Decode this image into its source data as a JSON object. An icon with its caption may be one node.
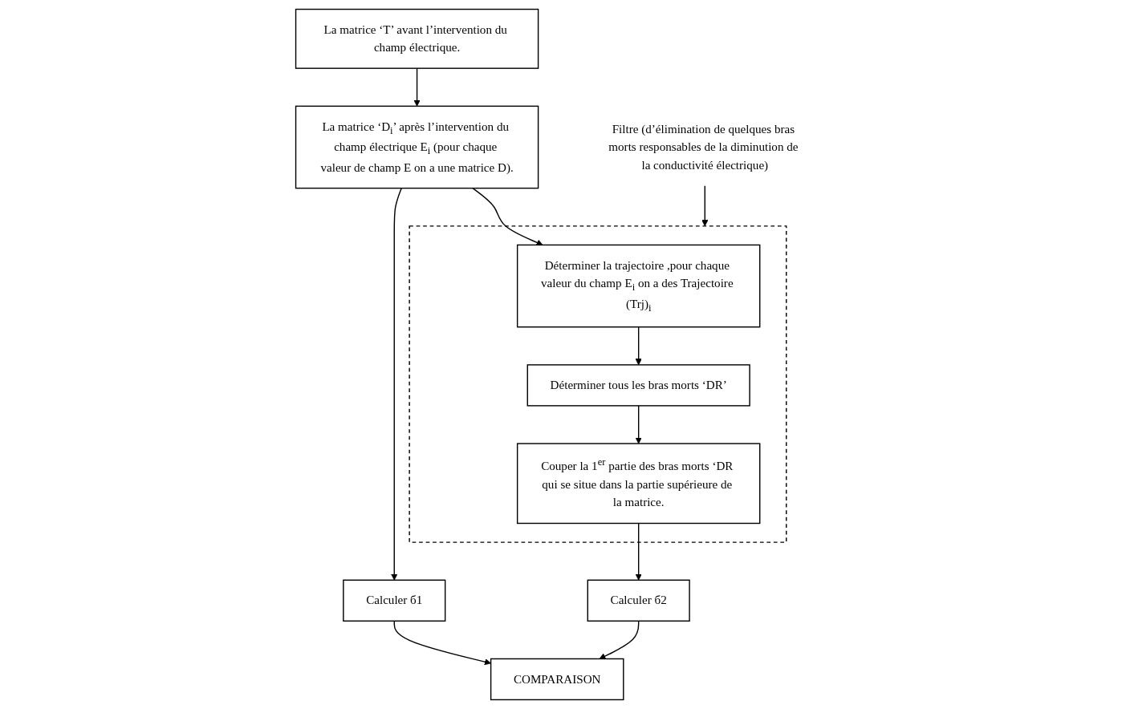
{
  "diagram": {
    "nodes": [
      {
        "text": [
          "La matrice ‘T’ avant l’intervention du champ électrique."
        ]
      },
      {
        "text": [
          "La matrice ‘D$_{i}$’ après l’intervention du champ électrique E$_{i}$ (pour chaque valeur de champ E on a une matrice D)."
        ]
      },
      {
        "text": [
          "Calculer б1"
        ]
      },
      {
        "text": [],
        "shape": "box"
      },
      {
        "text": [
          "Déterminer la trajectoire ,pour chaque valeur du champ E$_{i}$ on a des Trajectoire (Trj)$_{i}$"
        ],
        "in": 3
      },
      {
        "text": [
          "Déterminer tous les bras morts ‘DR’"
        ],
        "in": 3
      },
      {
        "text": [
          "Couper la 1$^{er}$ partie des bras morts ‘DR qui se situe dans la partie supérieure de la matrice."
        ],
        "in": 3
      },
      {
        "text": [
          "Calculer б2"
        ]
      },
      {
        "text": [
          "Filtre (d’élimination de quelques bras morts responsables de la diminution de la conductivité électrique)"
        ]
      },
      {
        "text": [
          "COMPARAISON"
        ]
      }
    ],
    "edges": [
      {
        "from": 0,
        "to": 1,
        "arrow": "to"
      },
      {
        "from": 1,
        "to": 2,
        "arrow": "to"
      },
      {
        "from": 1,
        "to": 4,
        "arrow": "to"
      },
      {
        "from": 4,
        "to": 5,
        "arrow": "to"
      },
      {
        "from": 5,
        "to": 6,
        "arrow": "to"
      },
      {
        "from": 6,
        "to": 7,
        "arrow": "to"
      },
      {
        "from": 8,
        "to": 3,
        "arrow": "to"
      },
      {
        "from": 2,
        "to": 9,
        "arrow": "to"
      },
      {
        "from": 7,
        "to": 9,
        "arrow": "to"
      }
    ]
  }
}
